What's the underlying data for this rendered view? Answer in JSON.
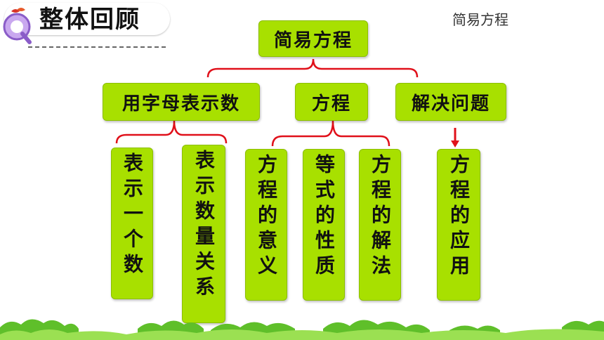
{
  "header": {
    "title": "整体回顾",
    "corner_label": "简易方程",
    "q_icon": "q-magnifier-icon"
  },
  "diagram": {
    "root": "简易方程",
    "branches": [
      {
        "label": "用字母表示数",
        "children": [
          "表示一个数",
          "表示数量关系"
        ]
      },
      {
        "label": "方程",
        "children": [
          "方程的意义",
          "等式的性质",
          "方程的解法"
        ]
      },
      {
        "label": "解决问题",
        "children": [
          "方程的应用"
        ]
      }
    ]
  },
  "colors": {
    "box_fill": "#a8e000",
    "connector": "#e0101a",
    "grass": "#5fbf2a"
  }
}
